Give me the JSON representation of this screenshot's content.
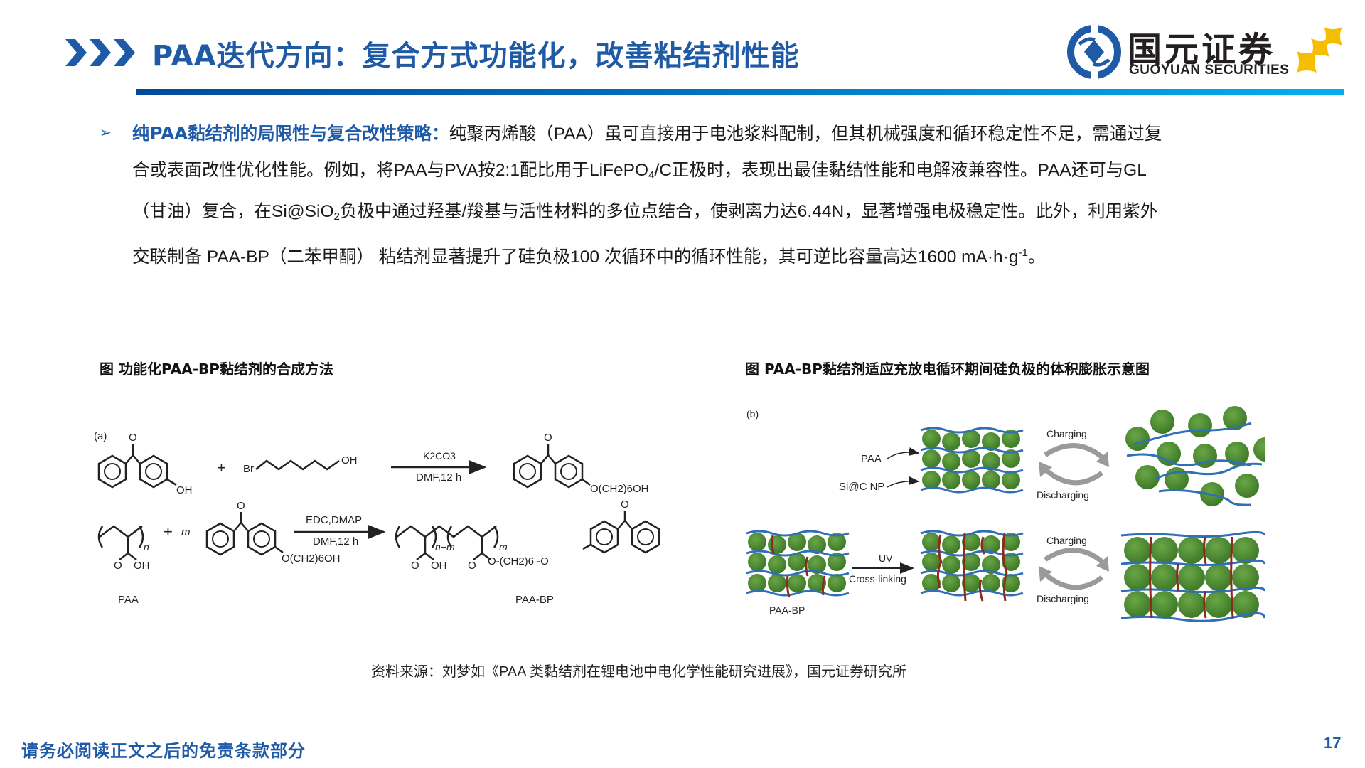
{
  "header": {
    "title": "PAA迭代方向：复合方式功能化，改善粘结剂性能",
    "brand_color": "#1f5aa6",
    "logo": {
      "name_cn": "国元证券",
      "name_en": "GUOYUAN SECURITIES",
      "mark_color": "#1f5aa6",
      "star_color": "#f6be00"
    }
  },
  "body": {
    "bullet": {
      "icon": "arrow-bullet-icon",
      "lead": "纯PAA黏结剂的局限性与复合改性策略：",
      "line1": "纯聚丙烯酸（PAA）虽可直接用于电池浆料配制，但其机械强度和循环稳定性不足，需通过复",
      "line2_a": "合或表面改性优化性能。例如，将PAA与PVA按2:1配比用于LiFePO",
      "line2_sub": "4",
      "line2_b": "/C正极时，表现出最佳黏结性能和电解液兼容性。PAA还可与GL",
      "line3_a": "（甘油）复合，在Si@SiO",
      "line3_sub": "2",
      "line3_b": "负极中通过羟基/羧基与活性材料的多位点结合，使剥离力达6.44N，显著增强电极稳定性。此外，利用紫外",
      "line4_a": "交联制备 PAA-BP（二苯甲酮） 粘结剂显著提升了硅负极100 次循环中的循环性能，其可逆比容量高达1600 mA·h·g",
      "line4_sup": "-1",
      "line4_b": "。"
    }
  },
  "figures": {
    "left": {
      "caption": "图  功能化PAA-BP黏结剂的合成方法",
      "panel_label": "(a)",
      "reaction1": {
        "reagent": "Br",
        "reagent_oh": "OH",
        "phenol_oh": "OH",
        "carbonyl_o": "O",
        "plus": "+",
        "condition_top": "K2CO3",
        "condition_bottom": "DMF,12 h",
        "product_tail": "O(CH2)6OH"
      },
      "reaction2": {
        "subscript_n": "n",
        "coefficient_m": "m",
        "plus": "+",
        "cooh_o": "O",
        "cooh_oh": "OH",
        "reactant_tail": "O(CH2)6OH",
        "condition_top": "EDC,DMAP",
        "condition_bottom": "DMF,12 h",
        "product_sub1": "n−m",
        "product_sub2": "m",
        "product_ester": "O-(CH2)6 -O",
        "label_reactant": "PAA",
        "label_product": "PAA-BP"
      }
    },
    "right": {
      "caption": "图  PAA-BP黏结剂适应充放电循环期间硅负极的体积膨胀示意图",
      "panel_label": "(b)",
      "label_paa": "PAA",
      "label_np": "Si@C NP",
      "charging": "Charging",
      "discharging": "Discharging",
      "uv": "UV",
      "crosslinking": "Cross-linking",
      "label_paabp": "PAA-BP",
      "colors": {
        "particle": "#4e8a34",
        "polymer": "#2f6fb5",
        "crosslink": "#8b2b1a",
        "cycle_arrow": "#9a9a9a"
      }
    }
  },
  "source": "资料来源：刘梦如《PAA 类黏结剂在锂电池中电化学性能研究进展》，国元证券研究所",
  "footer": {
    "disclaimer": "请务必阅读正文之后的免责条款部分",
    "page_number": "17"
  }
}
